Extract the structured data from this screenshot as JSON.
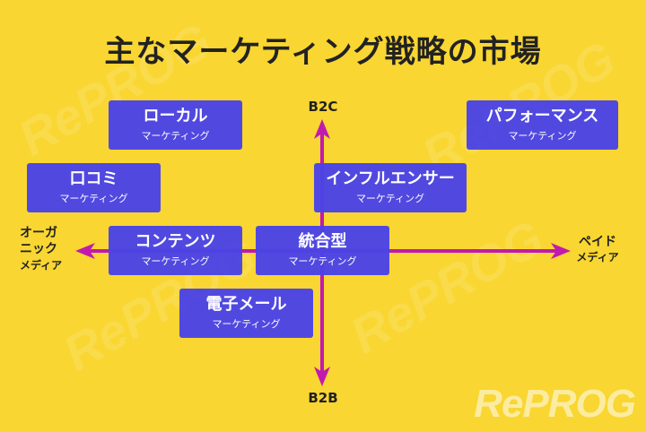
{
  "title": "主なマーケティング戦略の市場",
  "axes": {
    "top": "B2C",
    "bottom": "B2B",
    "left": [
      "オーガ",
      "ニック",
      "メディア"
    ],
    "right": [
      "ペイド",
      "メディア"
    ]
  },
  "boxes": [
    {
      "name": "ローカル",
      "sub": "マーケティング"
    },
    {
      "name": "パフォーマンス",
      "sub": "マーケティング"
    },
    {
      "name": "口コミ",
      "sub": "マーケティング"
    },
    {
      "name": "インフルエンサー",
      "sub": "マーケティング"
    },
    {
      "name": "コンテンツ",
      "sub": "マーケティング"
    },
    {
      "name": "統合型",
      "sub": "マーケティング"
    },
    {
      "name": "電子メール",
      "sub": "マーケティング"
    }
  ],
  "logo": "RePROG",
  "colors": {
    "background": "#F9D631",
    "box": "#4A43E6",
    "arrow": "#C21AAE"
  }
}
